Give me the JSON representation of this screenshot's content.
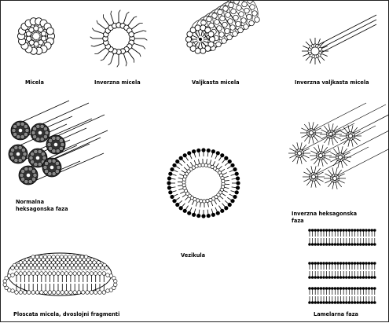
{
  "labels": {
    "micela": "Micela",
    "inverzna_micela": "Inverzna micela",
    "valjkasta_micela": "Valjkasta micela",
    "inverzna_valjkasta_micela": "Inverzna valjkasta micela",
    "normalna_line1": "Normalna",
    "normalna_line2": "heksagonska faza",
    "inverzna_heks_line1": "Inverzna heksagonska",
    "inverzna_heks_line2": "faza",
    "vezikula": "Vezikula",
    "ploscata": "Ploscata micela, dvoslojni fragmenti",
    "lamelarna": "Lamelarna faza"
  }
}
